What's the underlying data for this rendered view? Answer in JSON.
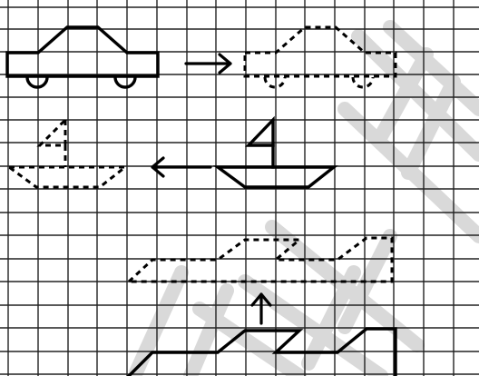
{
  "figure": {
    "grid_columns": 16,
    "grid_rows": 13,
    "colors": {
      "ink": "#000000",
      "grid": "#222222",
      "watermark": "#d9d9d9"
    },
    "shapes": [
      {
        "name": "car",
        "style": "solid"
      },
      {
        "name": "car-translated",
        "style": "dashed"
      },
      {
        "name": "boat",
        "style": "solid"
      },
      {
        "name": "boat-translated",
        "style": "dashed"
      },
      {
        "name": "train",
        "style": "solid"
      },
      {
        "name": "train-translated",
        "style": "dashed"
      }
    ],
    "arrows": [
      {
        "name": "car-arrow",
        "direction": "right"
      },
      {
        "name": "boat-arrow",
        "direction": "left"
      },
      {
        "name": "train-arrow",
        "direction": "up"
      }
    ],
    "watermark": "decorative"
  }
}
